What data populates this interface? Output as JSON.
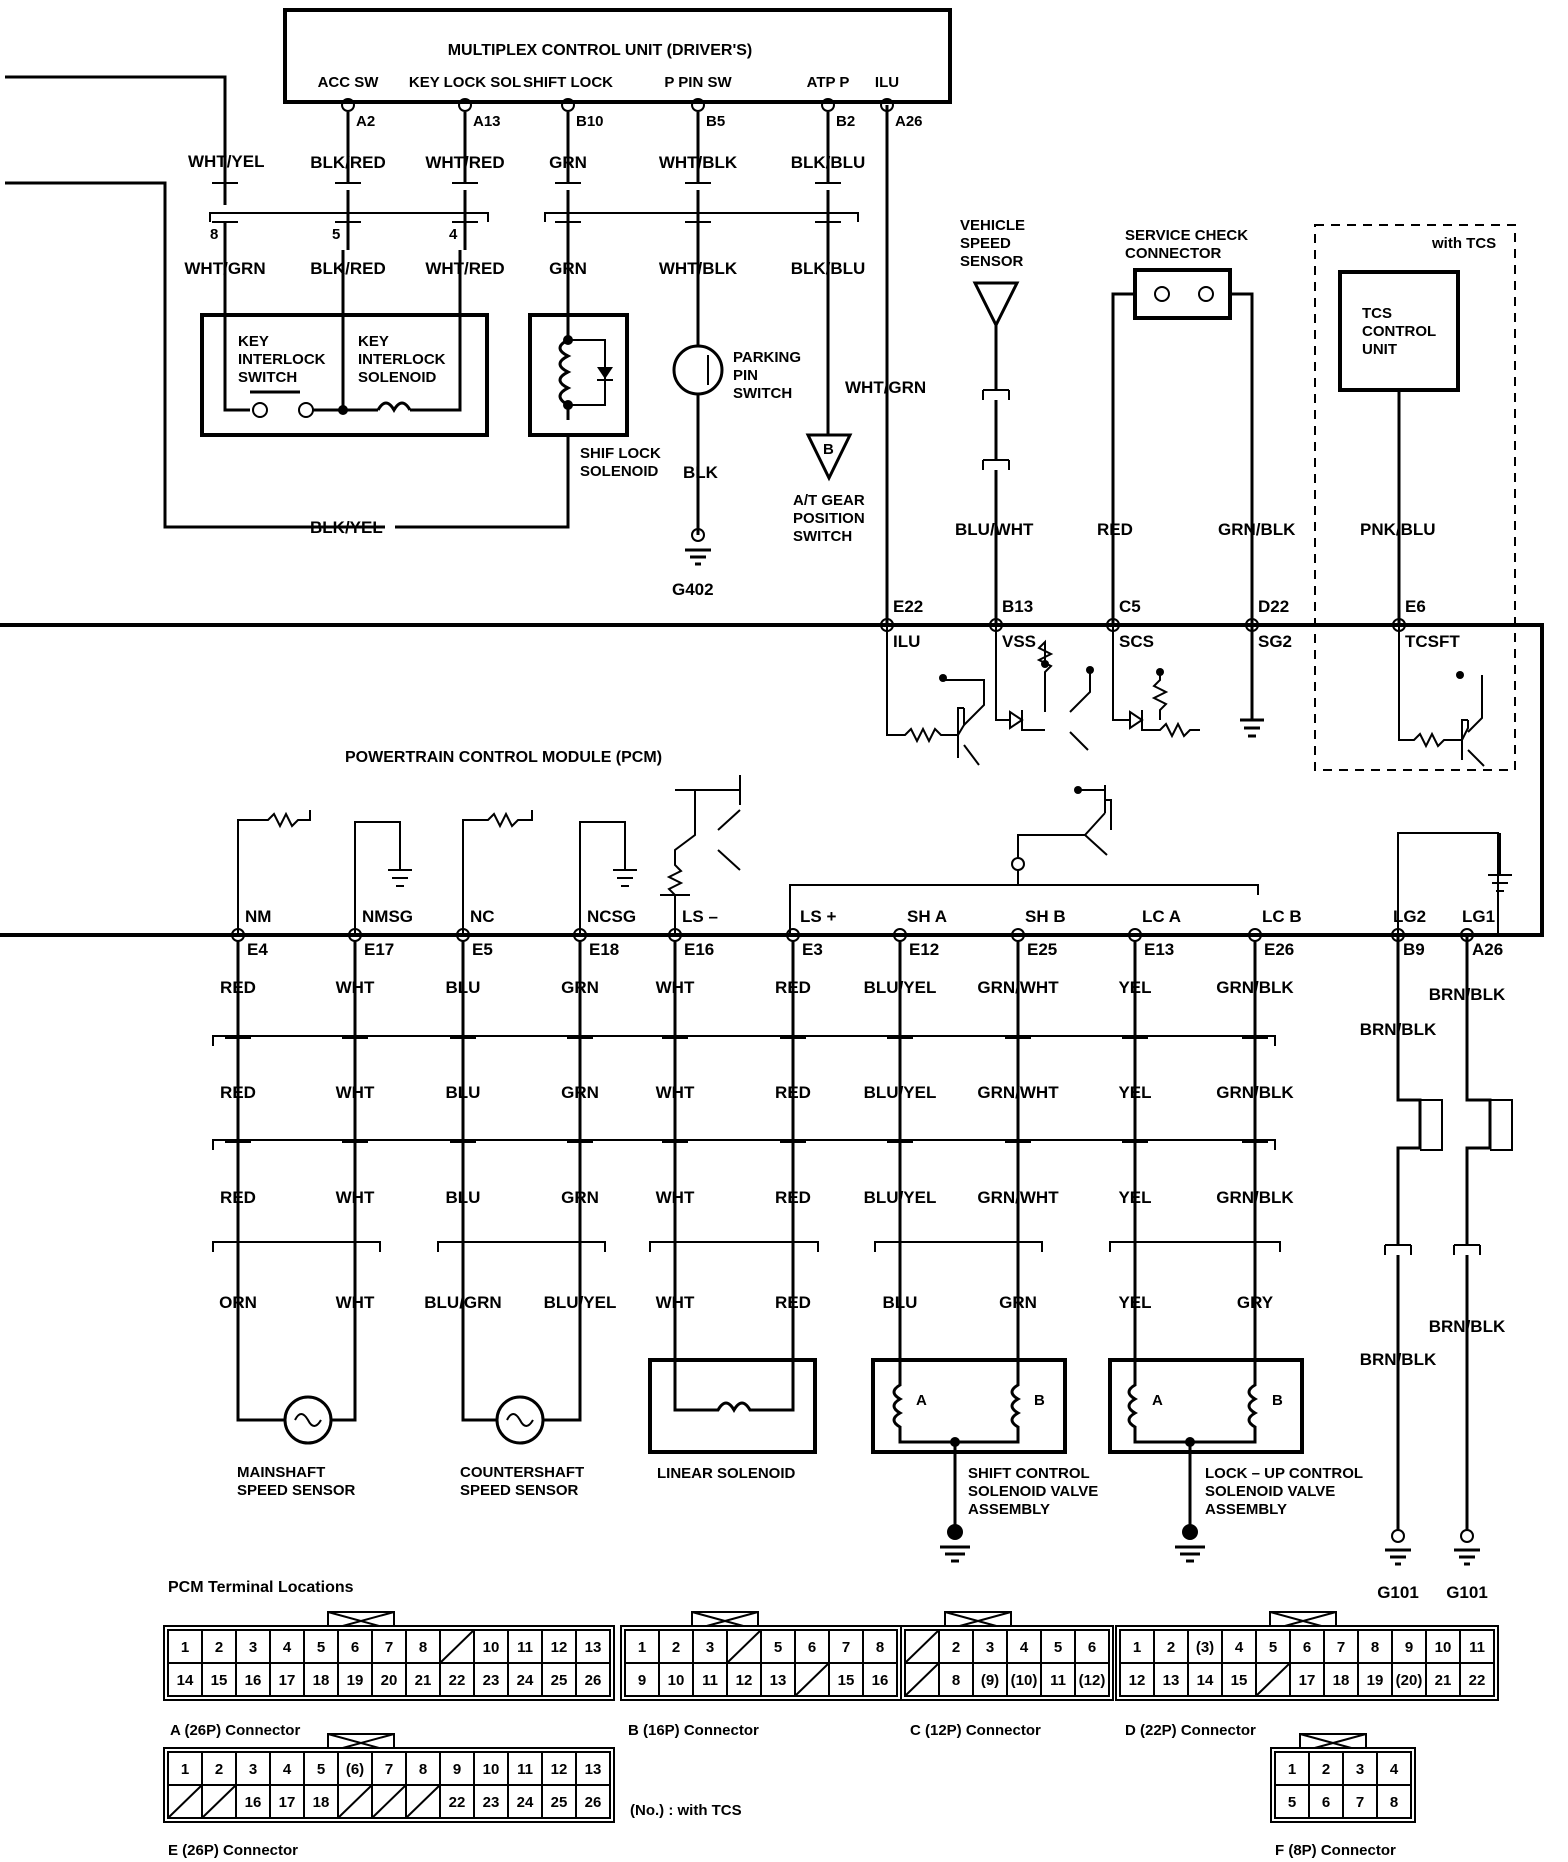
{
  "mcu": {
    "title": "MULTIPLEX CONTROL UNIT (DRIVER'S)",
    "terminals": [
      {
        "name": "ACC SW",
        "pin": "A2",
        "wire_top": "BLK/RED",
        "cpin": "5",
        "wire_bottom": "BLK/RED"
      },
      {
        "name": "KEY LOCK SOL",
        "pin": "A13",
        "wire_top": "WHT/RED",
        "cpin": "4",
        "wire_bottom": "WHT/RED"
      },
      {
        "name": "SHIFT LOCK",
        "pin": "B10",
        "wire_top": "GRN",
        "cpin": "",
        "wire_bottom": "GRN"
      },
      {
        "name": "P PIN SW",
        "pin": "B5",
        "wire_top": "WHT/BLK",
        "cpin": "",
        "wire_bottom": "WHT/BLK"
      },
      {
        "name": "ATP P",
        "pin": "B2",
        "wire_top": "BLK/BLU",
        "cpin": "",
        "wire_bottom": "BLK/BLU"
      },
      {
        "name": "ILU",
        "pin": "A26",
        "wire_top": "",
        "cpin": "",
        "wire_bottom": ""
      }
    ],
    "left_wire_top": "WHT/YEL",
    "left_pin": "8",
    "left_wire_bottom": "WHT/GRN"
  },
  "components": {
    "key_interlock_switch": "KEY INTERLOCK SWITCH",
    "key_interlock_solenoid": "KEY INTERLOCK SOLENOID",
    "shift_lock_solenoid": "SHIF LOCK SOLENOID",
    "parking_pin_switch": "PARKING PIN SWITCH",
    "parking_wire": "BLK",
    "ground_g402": "G402",
    "at_gear_switch": "A/T GEAR POSITION SWITCH",
    "at_gear_marker": "B",
    "blk_yel": "BLK/YEL",
    "ilu_wire": "WHT/GRN",
    "vehicle_speed_sensor": "VEHICLE SPEED SENSOR",
    "vss_wire": "BLU/WHT",
    "service_check": "SERVICE CHECK CONNECTOR",
    "scs_wire_left": "RED",
    "scs_wire_right": "GRN/BLK",
    "with_tcs": "with TCS",
    "tcs_unit": "TCS CONTROL UNIT",
    "tcs_wire": "PNK/BLU"
  },
  "pcm": {
    "title": "POWERTRAIN CONTROL MODULE (PCM)",
    "upper": [
      {
        "pin": "E22",
        "name": "ILU"
      },
      {
        "pin": "B13",
        "name": "VSS"
      },
      {
        "pin": "C5",
        "name": "SCS"
      },
      {
        "pin": "D22",
        "name": "SG2"
      },
      {
        "pin": "E6",
        "name": "TCSFT"
      }
    ],
    "lower": [
      {
        "name": "NM",
        "pin": "E4",
        "w1": "RED",
        "w2": "RED",
        "w3": "RED",
        "w4": "ORN"
      },
      {
        "name": "NMSG",
        "pin": "E17",
        "w1": "WHT",
        "w2": "WHT",
        "w3": "WHT",
        "w4": "WHT"
      },
      {
        "name": "NC",
        "pin": "E5",
        "w1": "BLU",
        "w2": "BLU",
        "w3": "BLU",
        "w4": "BLU/GRN"
      },
      {
        "name": "NCSG",
        "pin": "E18",
        "w1": "GRN",
        "w2": "GRN",
        "w3": "GRN",
        "w4": "BLU/YEL"
      },
      {
        "name": "LS –",
        "pin": "E16",
        "w1": "WHT",
        "w2": "WHT",
        "w3": "WHT",
        "w4": "WHT"
      },
      {
        "name": "LS +",
        "pin": "E3",
        "w1": "RED",
        "w2": "RED",
        "w3": "RED",
        "w4": "RED"
      },
      {
        "name": "SH A",
        "pin": "E12",
        "w1": "BLU/YEL",
        "w2": "BLU/YEL",
        "w3": "BLU/YEL",
        "w4": "BLU"
      },
      {
        "name": "SH B",
        "pin": "E25",
        "w1": "GRN/WHT",
        "w2": "GRN/WHT",
        "w3": "GRN/WHT",
        "w4": "GRN"
      },
      {
        "name": "LC A",
        "pin": "E13",
        "w1": "YEL",
        "w2": "YEL",
        "w3": "YEL",
        "w4": "YEL"
      },
      {
        "name": "LC B",
        "pin": "E26",
        "w1": "GRN/BLK",
        "w2": "GRN/BLK",
        "w3": "GRN/BLK",
        "w4": "GRY"
      }
    ],
    "grounds": [
      {
        "name": "LG2",
        "pin": "B9",
        "w1": "BRN/BLK",
        "w2": "BRN/BLK",
        "g": "G101"
      },
      {
        "name": "LG1",
        "pin": "A26",
        "w1": "BRN/BLK",
        "w2": "BRN/BLK",
        "g": "G101"
      }
    ]
  },
  "sensors": {
    "mainshaft": "MAINSHAFT SPEED SENSOR",
    "countershaft": "COUNTERSHAFT SPEED SENSOR",
    "linear_solenoid": "LINEAR SOLENOID",
    "shift_control": "SHIFT CONTROL SOLENOID VALVE ASSEMBLY",
    "lockup_control": "LOCK – UP CONTROL SOLENOID VALVE ASSEMBLY",
    "coil_a": "A",
    "coil_b": "B"
  },
  "terminals": {
    "title": "PCM Terminal Locations",
    "legend": "(No.) : with TCS",
    "connectors": [
      {
        "label": "A (26P) Connector",
        "rows": [
          [
            "1",
            "2",
            "3",
            "4",
            "5",
            "6",
            "7",
            "8",
            "/",
            "10",
            "11",
            "12",
            "13"
          ],
          [
            "14",
            "15",
            "16",
            "17",
            "18",
            "19",
            "20",
            "21",
            "22",
            "23",
            "24",
            "25",
            "26"
          ]
        ]
      },
      {
        "label": "B (16P) Connector",
        "rows": [
          [
            "1",
            "2",
            "3",
            "/",
            "5",
            "6",
            "7",
            "8"
          ],
          [
            "9",
            "10",
            "11",
            "12",
            "13",
            "/",
            "15",
            "16"
          ]
        ]
      },
      {
        "label": "C (12P) Connector",
        "rows": [
          [
            "/",
            "2",
            "3",
            "4",
            "5",
            "6"
          ],
          [
            "/",
            "8",
            "(9)",
            "(10)",
            "11",
            "(12)"
          ]
        ]
      },
      {
        "label": "D (22P) Connector",
        "rows": [
          [
            "1",
            "2",
            "(3)",
            "4",
            "5",
            "6",
            "7",
            "8",
            "9",
            "10",
            "11"
          ],
          [
            "12",
            "13",
            "14",
            "15",
            "/",
            "17",
            "18",
            "19",
            "(20)",
            "21",
            "22"
          ]
        ]
      },
      {
        "label": "E (26P) Connector",
        "rows": [
          [
            "1",
            "2",
            "3",
            "4",
            "5",
            "(6)",
            "7",
            "8",
            "9",
            "10",
            "11",
            "12",
            "13"
          ],
          [
            "/",
            "/",
            "16",
            "17",
            "18",
            "/",
            "/",
            "/",
            "22",
            "23",
            "24",
            "25",
            "26"
          ]
        ]
      },
      {
        "label": "F (8P) Connector",
        "rows": [
          [
            "1",
            "2",
            "3",
            "4"
          ],
          [
            "5",
            "6",
            "7",
            "8"
          ]
        ]
      }
    ]
  }
}
